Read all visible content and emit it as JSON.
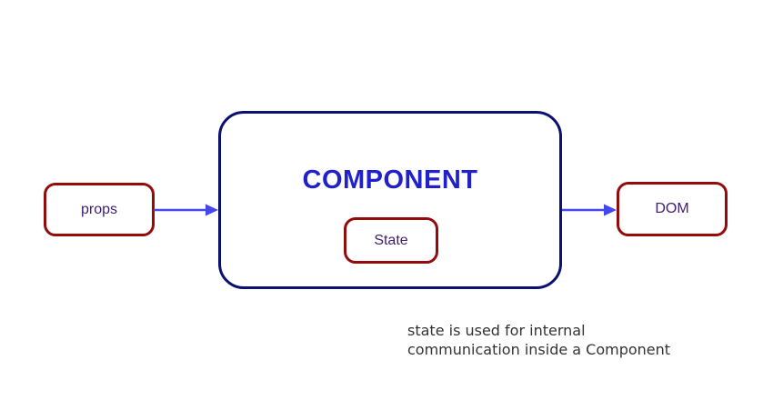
{
  "diagram": {
    "title_node": {
      "label": "COMPONENT"
    },
    "nodes": {
      "props": {
        "label": "props"
      },
      "state": {
        "label": "State"
      },
      "dom": {
        "label": "DOM"
      }
    },
    "arrows": [
      {
        "from": "props",
        "to": "component"
      },
      {
        "from": "component",
        "to": "dom"
      }
    ],
    "caption_line1": "state is used for internal",
    "caption_line2": "communication inside a Component",
    "colors": {
      "background": "#ffffff",
      "node_border": "#930b0b",
      "node_text": "#3f1d72",
      "component_border": "#0a1172",
      "component_text": "#2121cc",
      "arrow": "#4646ee",
      "caption_text": "#333333"
    }
  }
}
